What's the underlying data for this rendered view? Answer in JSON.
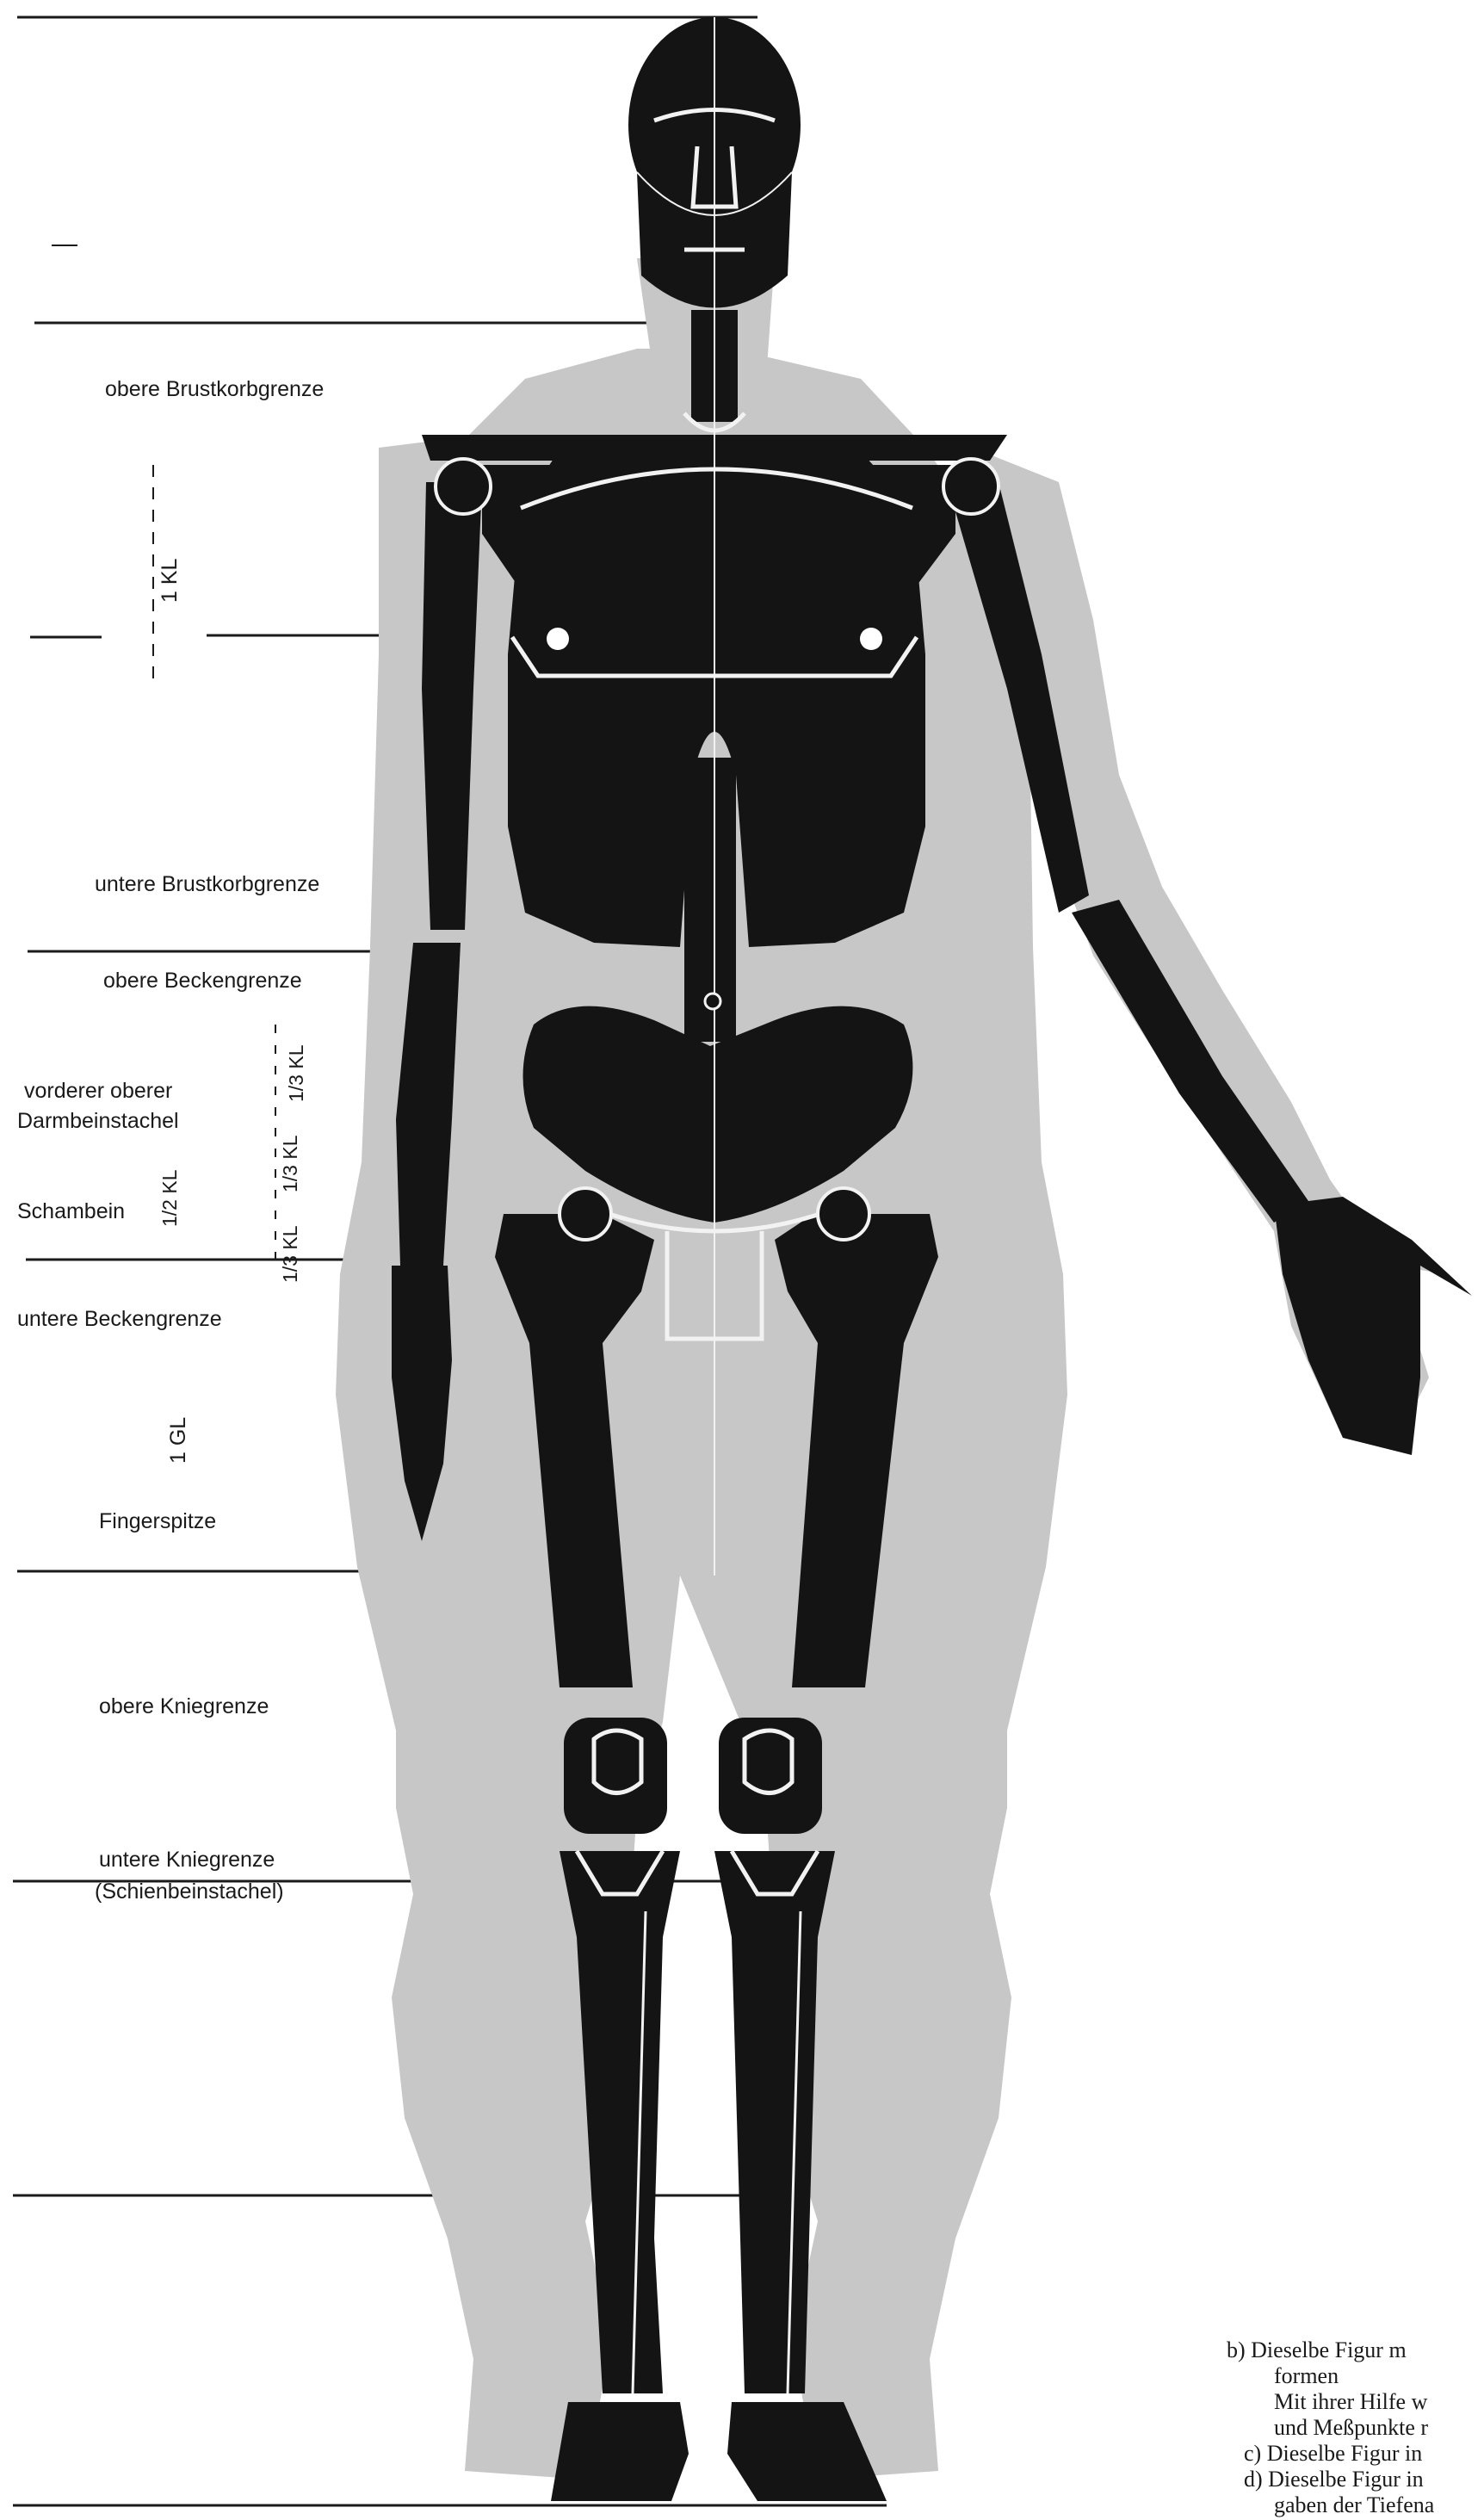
{
  "labels": {
    "obere_brustkorbgrenze": "obere Brustkorbgrenze",
    "untere_brustkorbgrenze": "untere Brustkorbgrenze",
    "obere_beckengrenze": "obere Beckengrenze",
    "vorderer_oberer": "vorderer oberer",
    "darmbeinstachel": "Darmbeinstachel",
    "schambein": "Schambein",
    "untere_beckengrenze": "untere Beckengrenze",
    "fingerspitze": "Fingerspitze",
    "obere_kniegrenze": "obere Kniegrenze",
    "untere_kniegrenze": "untere Kniegrenze",
    "schienbeinstachel": "(Schienbeinstachel)"
  },
  "measures": {
    "kl_1": "1 KL",
    "third_kl": "1/3 KL",
    "half_kl": "1/2 KL",
    "gl_1": "1 GL"
  },
  "caption": {
    "b_line1": "b) Dieselbe Figur m",
    "b_line2": "formen",
    "b_line3": "Mit ihrer Hilfe w",
    "b_line4": "und Meßpunkte r",
    "c_line": "c) Dieselbe Figur in",
    "d_line1": "d) Dieselbe Figur in",
    "d_line2": "gaben der Tiefena"
  },
  "colors": {
    "body_fill": "#c7c7c7",
    "skeleton_fill": "#141414",
    "outline": "#f2f2f2",
    "guide_line": "#1a1a1a"
  }
}
